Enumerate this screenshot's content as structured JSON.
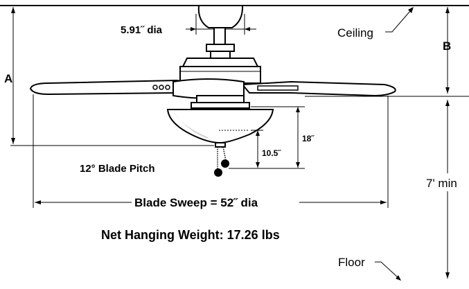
{
  "labels": {
    "canopy_dia": "5.91˝ dia",
    "ceiling": "Ceiling",
    "dim_a": "A",
    "dim_b": "B",
    "dim_18": "18˝",
    "dim_10_5": "10.5˝",
    "blade_pitch": "12° Blade Pitch",
    "blade_sweep": "Blade Sweep = 52˝ dia",
    "min_height": "7' min",
    "net_weight": "Net Hanging Weight: 17.26 lbs",
    "floor": "Floor"
  },
  "colors": {
    "line": "#000000",
    "body_fill": "#ffffff",
    "shade": "#cfcfcf"
  }
}
